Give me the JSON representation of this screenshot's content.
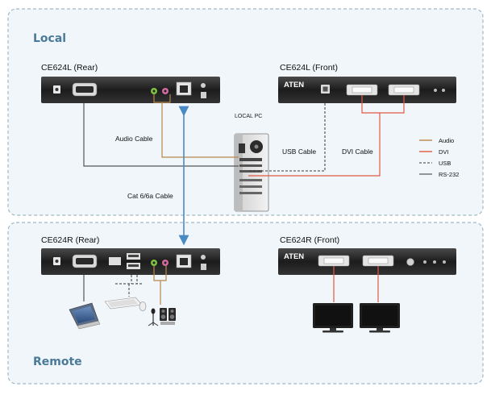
{
  "regions": {
    "local": "Local",
    "remote": "Remote"
  },
  "devices": {
    "ce624l_rear": "CE624L (Rear)",
    "ce624l_front": "CE624L (Front)",
    "ce624r_rear": "CE624R (Rear)",
    "ce624r_front": "CE624R (Front)",
    "local_pc": "LOCAL PC"
  },
  "brand": {
    "logo": "ATEN"
  },
  "cables": {
    "audio": "Audio Cable",
    "usb": "USB Cable",
    "dvi": "DVI Cable",
    "cat": "Cat 6/6a Cable"
  },
  "legend": [
    {
      "label": "Audio",
      "color": "#b8864e",
      "style": "solid"
    },
    {
      "label": "DVI",
      "color": "#e05a45",
      "style": "solid"
    },
    {
      "label": "USB",
      "color": "#3a3a3a",
      "style": "dashed"
    },
    {
      "label": "RS-232",
      "color": "#555555",
      "style": "solid"
    }
  ],
  "colors": {
    "region_border": "#9fb8c8",
    "region_fill": "#f0f6f9",
    "region_text": "#4a7a99",
    "cat_cable": "#4a8ac4",
    "device_body": "#2a2a2a"
  }
}
